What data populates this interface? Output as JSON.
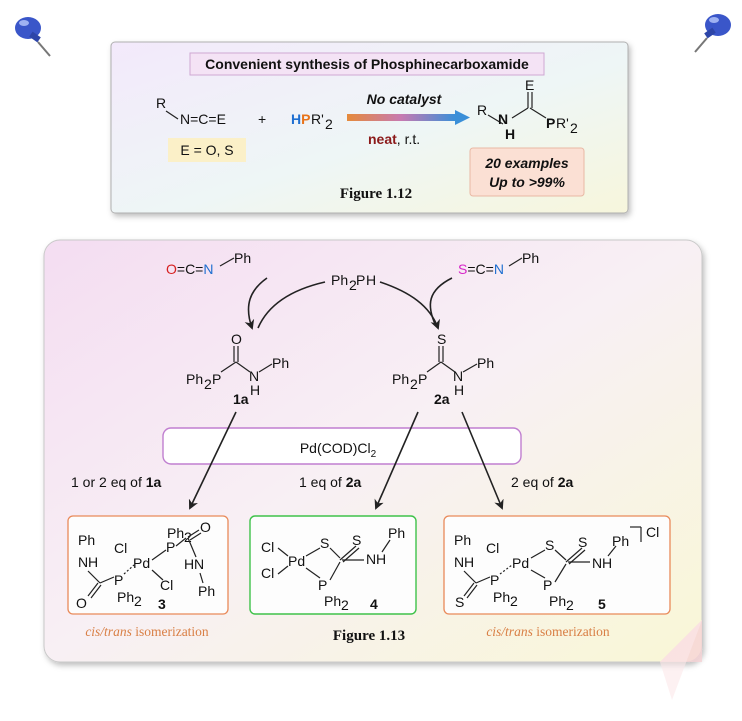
{
  "figure_1_12": {
    "title": "Convenient synthesis of Phosphinecarboxamide",
    "condition_top": "No catalyst",
    "condition_bold": "neat",
    "condition_rest": ", r.t.",
    "e_options": "E = O, S",
    "examples_line1": "20 examples",
    "examples_line2": "Up to >99%",
    "caption": "Figure 1.12"
  },
  "figure_1_13": {
    "reagent": "Pd(COD)Cl",
    "branch_left_text": "1 or 2 eq of ",
    "branch_left_bold": "1a",
    "branch_mid_text": "1 eq of ",
    "branch_mid_bold": "2a",
    "branch_right_text": "2 eq of ",
    "branch_right_bold": "2a",
    "label_1a": "1a",
    "label_2a": "2a",
    "label_3": "3",
    "label_4": "4",
    "label_5": "5",
    "isomer_italic": "cis/trans",
    "isomer_rest": " isomerization",
    "caption": "Figure 1.13"
  },
  "colors": {
    "phosphorus": "#e8731a",
    "nitrogen": "#1f6fd1",
    "oxygen": "#d62020",
    "sulfur": "#d626c8",
    "condition_red": "#8b1a1a",
    "product3_border": "#e98a5a",
    "product4_border": "#3fc24a",
    "product5_border": "#e98a5a"
  }
}
